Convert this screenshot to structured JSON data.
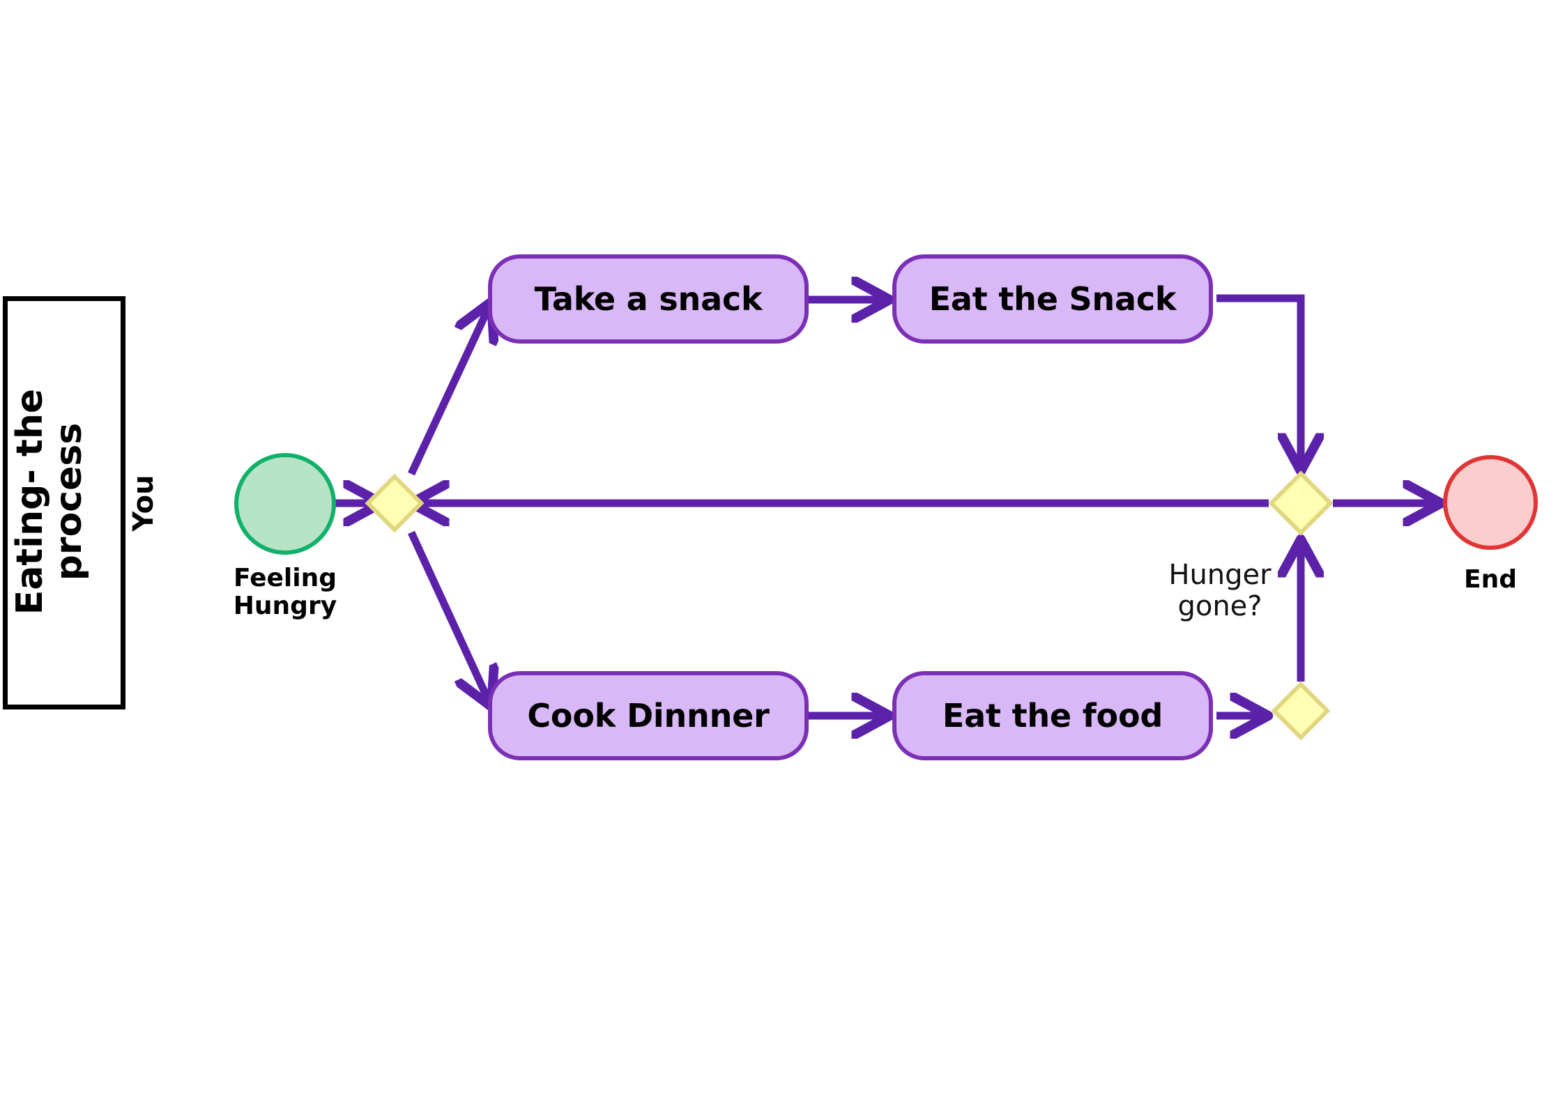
{
  "diagram": {
    "title": "Eating- the\nprocess",
    "actor": "You",
    "accent_purple": "#5b21a8",
    "task_fill": "#d9b8f7",
    "task_stroke": "#7b2fb5",
    "gateway_fill": "#ffffb3",
    "gateway_stroke": "#e0d780",
    "start_fill": "#b7e4c7",
    "start_stroke": "#12b169",
    "end_fill": "#fbcdcd",
    "end_stroke": "#e03535"
  },
  "nodes": {
    "start": {
      "label": "Feeling\nHungry",
      "type": "start-event"
    },
    "split_gateway": {
      "label": "",
      "type": "exclusive-gateway"
    },
    "take_snack": {
      "label": "Take a snack",
      "type": "task"
    },
    "eat_snack": {
      "label": "Eat the Snack",
      "type": "task"
    },
    "cook_dinner": {
      "label": "Cook Dinnner",
      "type": "task"
    },
    "eat_food": {
      "label": "Eat the food",
      "type": "task"
    },
    "join_gateway": {
      "label": "",
      "type": "exclusive-gateway"
    },
    "merge_gateway": {
      "label": "",
      "type": "exclusive-gateway"
    },
    "end": {
      "label": "End",
      "type": "end-event"
    }
  },
  "edge_labels": {
    "hunger_gone": "Hunger\ngone?"
  }
}
